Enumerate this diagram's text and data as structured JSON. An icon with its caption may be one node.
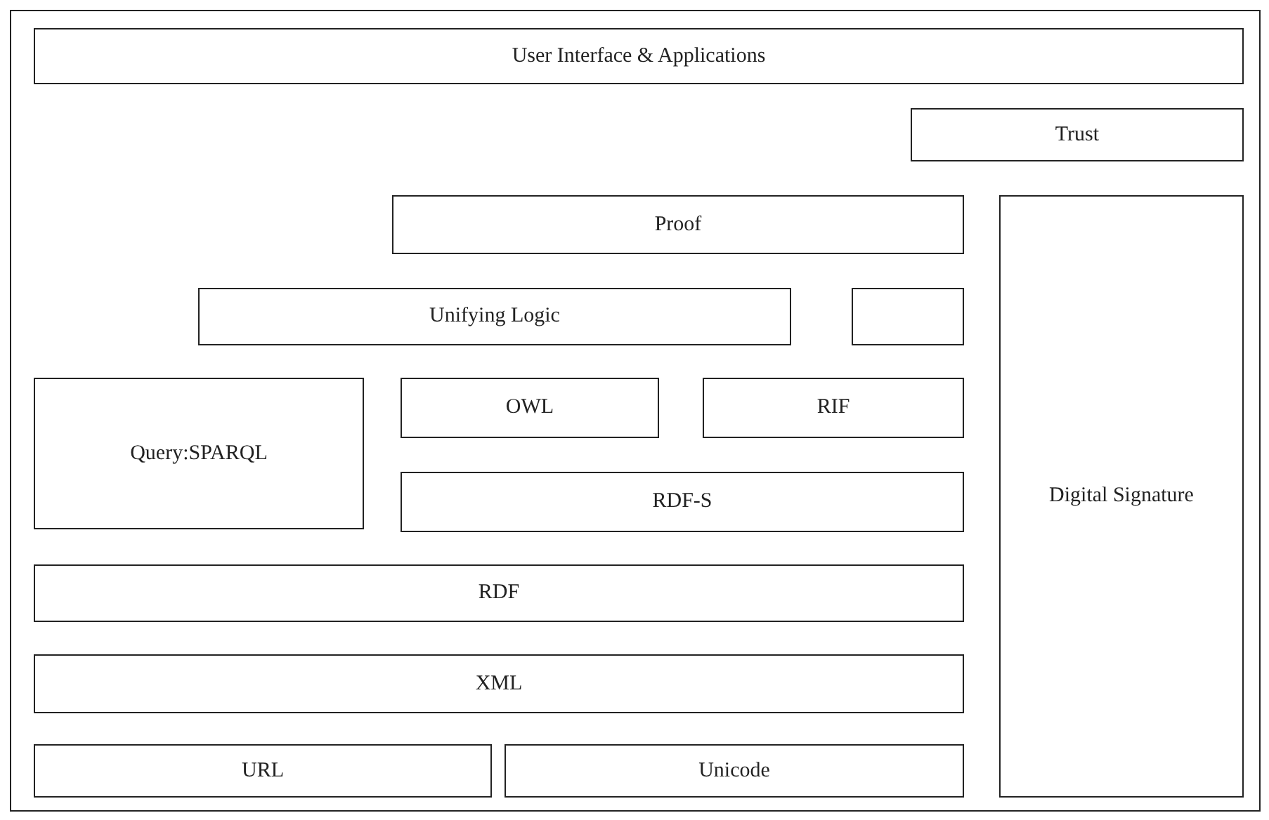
{
  "diagram": {
    "nodes": [
      {
        "text": [
          "User Interface & Applications"
        ]
      },
      {
        "text": [
          "Trust"
        ]
      },
      {
        "text": [
          "Proof"
        ]
      },
      {
        "text": [
          "Digital Signature"
        ]
      },
      {
        "text": [
          "Unifying Logic"
        ]
      },
      {
        "text": [],
        "shape": "box"
      },
      {
        "text": [
          "Query:SPARQL"
        ]
      },
      {
        "text": [
          "OWL"
        ]
      },
      {
        "text": [
          "RIF"
        ]
      },
      {
        "text": [
          "RDF-S"
        ]
      },
      {
        "text": [
          "RDF"
        ]
      },
      {
        "text": [
          "XML"
        ]
      },
      {
        "text": [
          "URL"
        ]
      },
      {
        "text": [
          "Unicode"
        ]
      }
    ]
  }
}
